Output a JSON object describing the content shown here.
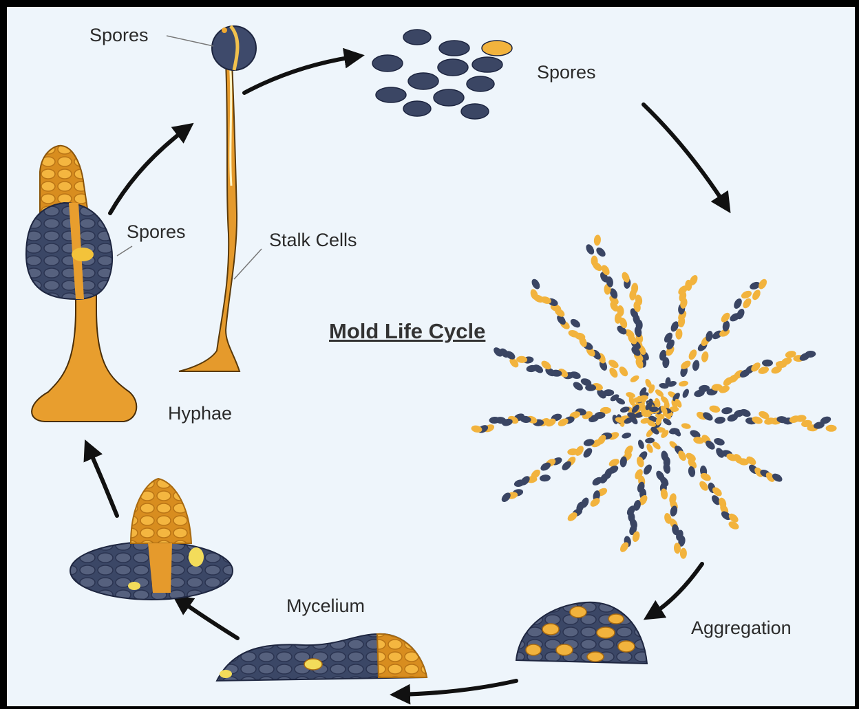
{
  "diagram": {
    "title": "Mold Life Cycle",
    "labels": {
      "spores_top_left": "Spores",
      "spores_top_right": "Spores",
      "spores_left": "Spores",
      "stalk_cells": "Stalk Cells",
      "hyphae": "Hyphae",
      "mycelium": "Mycelium",
      "aggregation": "Aggregation"
    },
    "stages": [
      "Spores",
      "Aggregation",
      "Mycelium",
      "Hyphae"
    ],
    "colors": {
      "background": "#eef5fb",
      "spore_dark": "#3a4563",
      "spore_light": "#f2b33d",
      "stalk": "#e9a132",
      "arrow": "#111111"
    }
  }
}
